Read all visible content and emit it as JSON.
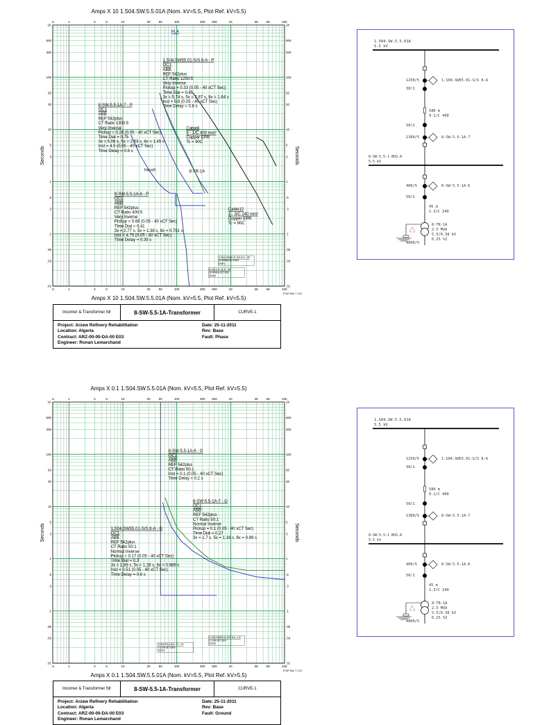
{
  "plots": [
    {
      "title_top": "Amps  X  10    1.S04.SW.5.5.01A (Nom. kV=5.5, Plot Ref. kV=5.5)",
      "title_bottom": "Amps  X  10    1.S04.SW.5.5.01A (Nom. kV=5.5, Plot Ref. kV=5.5)",
      "x_ticks": [
        ".5",
        "1",
        "3",
        "5",
        "10",
        "30",
        "50",
        "100",
        "300",
        "500",
        "1K",
        "3K",
        "5K",
        "10K"
      ],
      "y_ticks": [
        "1K",
        "500",
        "300",
        "100",
        "50",
        "30",
        "10",
        "5",
        "3",
        "1",
        ".5",
        ".3",
        ".1",
        ".05",
        ".03",
        ".01"
      ],
      "ylabel": "Seconds",
      "watermark": "ETAP Star 7.1.0C",
      "annotations": [
        {
          "id": "fla",
          "lines": [
            "FLA"
          ],
          "underline": true,
          "color": "#0000cc"
        },
        {
          "id": "relay-ss",
          "lines": [
            "1.S04.SW55.01-S/S 8-A - P",
            "OC1",
            "ABB",
            "REF 542plus",
            "CT Ratio 1250:5",
            "Very Inverse",
            "Pickup = 0.33 (0.05 - 40  xCT Sec)",
            "Time Dial = 0.85",
            "3x = 5.74 s, 5x = 2.87 s, 8x = 1.64 s",
            "Inst = 5.6 (0.05 - 40  xCT Sec)",
            "Time Delay = 0.6 s"
          ]
        },
        {
          "id": "relay-1a7",
          "lines": [
            "8-SW-5.5-1A-7 - P",
            "OC1",
            "ABB",
            "REF 542plus",
            "CT Ratio 1300:5",
            "Very Inverse",
            "Pickup = 0.28 (0.05 - 40  xCT Sec)",
            "Time Dial = 0.75",
            "3x = 5.06 s, 5x = 2.53 s, 8x = 1.45 s",
            "Inst = 4.5 (0.05 - 40  xCT Sec)",
            "Time Delay = 0.6 s"
          ]
        },
        {
          "id": "cable8",
          "lines": [
            "Cable8",
            "9 - 1/C 400 mm²",
            "Copper  EPR",
            "Tc = 90C"
          ]
        },
        {
          "id": "inrush",
          "lines": [
            "Inrush"
          ]
        },
        {
          "id": "tr1a",
          "lines": [
            "8-TR-1A"
          ]
        },
        {
          "id": "relay-1a6",
          "lines": [
            "8-SW-5.5-1A-6 - P",
            "OC1",
            "ABB",
            "REF 542plus",
            "CT Ratio 400:5",
            "Very Inverse",
            "Pickup = 0.66 (0.05 - 40  xCT Sec)",
            "Time Dial = 0.41",
            "3x = 2.77 s, 5x = 1.38 s, 8x = 0.791 s",
            "Inst = 4.75 (0.05 - 40  xCT Sec)",
            "Time Delay = 0.35 s"
          ]
        },
        {
          "id": "cable12",
          "lines": [
            "Cable12",
            "1 - 3/C 240 mm²",
            "Copper  EPR",
            "Tc = 90C"
          ]
        },
        {
          "id": "tag-a",
          "lines": [
            "1.S04.SW55.01-S/S 8-A - 3P",
            "44.808kA @ 5.5kV",
            "(Sym)"
          ]
        },
        {
          "id": "tag-b",
          "lines": [
            "8-SW-5.5-1A-6 - 3P",
            "34.808kA @ 5.5kV",
            "(Sym)"
          ]
        }
      ]
    },
    {
      "title_top": "Amps  X  0.1    1.S04.SW.5.5.01A (Nom. kV=5.5, Plot Ref. kV=5.5)",
      "title_bottom": "Amps  X  0.1    1.S04.SW.5.5.01A (Nom. kV=5.5, Plot Ref. kV=5.5)",
      "x_ticks": [
        ".5",
        "1",
        "3",
        "5",
        "10",
        "30",
        "50",
        "100",
        "300",
        "500",
        "1K",
        "3K",
        "5K",
        "10K"
      ],
      "y_ticks": [
        "1K",
        "500",
        "300",
        "100",
        "50",
        "30",
        "10",
        "5",
        "3",
        "1",
        ".5",
        ".3",
        ".1",
        ".05",
        ".03",
        ".01"
      ],
      "ylabel": "Seconds",
      "watermark": "ETAP Star 7.1.0C",
      "annotations": [
        {
          "id": "g-1a6",
          "lines": [
            "8-SW-5.5-1A-6 - G",
            "OC1",
            "ABB",
            "REF 542plus",
            "CT Ratio 50:1",
            "Inst = 0.1 (0.05 - 40  xCT Sec)",
            "Time Delay = 0.2 s"
          ]
        },
        {
          "id": "g-1a7",
          "lines": [
            "8-SW-5.5-1A-7 - G",
            "OC1",
            "ABB",
            "REF 542plus",
            "CT Ratio 50:1",
            "Normal Inverse",
            "Pickup = 0.1 (0.05 - 40  xCT Sec)",
            "Time Dial = 0.27",
            "3x = 1.7 s, 5x = 1.16 s, 8x = 0.89 s"
          ]
        },
        {
          "id": "g-ss",
          "lines": [
            "1.S04.SW55.01-S/S 8-A - G",
            "OC1",
            "ABB",
            "REF 542plus",
            "CT Ratio 50:1",
            "Normal Inverse",
            "Pickup = 0.17 (0.05 - 40  xCT Sec)",
            "Time Dial = 0.3",
            "3x = 1.89 s, 5x = 1.28 s, 8x = 0.989 s",
            "Inst = 0.51 (0.05 - 40  xCT Sec)",
            "Time Delay = 0.6 s"
          ]
        },
        {
          "id": "tag-c",
          "lines": [
            "1.S04.SW55.01-S/S 8-A - LG",
            "0.11kA @ 5.5kV",
            "(Sym)"
          ]
        },
        {
          "id": "tag-d",
          "lines": [
            "8-SW-5.5-1A-6 - G - LG",
            "0.11kA @ 5.5kV",
            "(Sym)"
          ]
        }
      ]
    }
  ],
  "title_blocks": [
    {
      "left": "Incomer & Transformer fdr",
      "center": "8-SW-5.5-1A-Transformer",
      "right": "CURVE-1",
      "lines_left": [
        "Project:   Arzew Refinery Rehabilitation",
        "Location: Algeria",
        "Contract:  ARZ-00-00-DA-00 E03",
        "Engineer: Ronan Lemarchand"
      ],
      "lines_right": [
        "Date:  25-11-2011",
        "Rev:   Base",
        "Fault: Phase"
      ]
    },
    {
      "left": "Incomer & Transformer fdr",
      "center": "8-SW-5.5-1A-Transformer",
      "right": "CURVE-1",
      "lines_left": [
        "Project:   Arzew Refinery Rehabilitation",
        "Location: Algeria",
        "Contract:  ARZ-00-00-DA-00 E03",
        "Engineer: Ronan Lemarchand"
      ],
      "lines_right": [
        "Date:  25-11-2011",
        "Rev:   Base",
        "Fault: Ground"
      ]
    }
  ],
  "one_line": {
    "bus_top_name": "1.S04.SW.5.5.01A",
    "bus_top_kv": "5.5 kV",
    "ct1": "1250/5",
    "ct1b": "30/1",
    "relay1": "1.S04.SW55.01-S/S 8-A",
    "cable_len": "580 m",
    "cable_spec": "9-1/C 400",
    "ct2a": "50/1",
    "ct2": "1300/5",
    "relay2": "8-SW-5.5-1A-7",
    "bus_mid_name": "8-SW-5.5-1 BUS-A",
    "bus_mid_kv": "5.5 kV",
    "ct3": "400/5",
    "relay3": "8-SW-5.5-1A-6",
    "ct3b": "50/1",
    "cable2_len": "45 m",
    "cable2_spec": "1-3/C 240",
    "tr_name": "8-TR-1A",
    "tr_mva": "2.5 MVA",
    "tr_kv": "5.5/0.38 kV",
    "tr_z": "6.25 %Z",
    "ct4": "4000/5"
  },
  "chart_data": [
    {
      "type": "line",
      "title": "Amps  X  10    1.S04.SW.5.5.01A (Nom. kV=5.5, Plot Ref. kV=5.5)",
      "xlabel": "Amps  X  10",
      "ylabel": "Seconds",
      "x_scale": "log",
      "y_scale": "log",
      "xlim": [
        0.5,
        10000
      ],
      "ylim": [
        0.01,
        1000
      ],
      "grid": true,
      "series": [
        {
          "name": "1.S04.SW55.01-S/S 8-A - P",
          "color": "#2a2ad0",
          "x": [
            48,
            60,
            80,
            110,
            150,
            200,
            270,
            380
          ],
          "y": [
            50,
            25,
            12,
            6,
            3.2,
            1.8,
            1.0,
            0.6
          ]
        },
        {
          "name": "8-SW-5.5-1A-7 - P",
          "color": "#2a2ad0",
          "x": [
            35,
            45,
            60,
            80,
            110,
            150,
            200,
            300
          ],
          "y": [
            25,
            12,
            6,
            3,
            1.6,
            0.95,
            0.6,
            0.6
          ]
        },
        {
          "name": "8-SW-5.5-1A-6 - P",
          "color": "#2a2ad0",
          "x": [
            14,
            20,
            30,
            45,
            60,
            75,
            95,
            95,
            180,
            340
          ],
          "y": [
            8,
            3.5,
            1.7,
            0.95,
            0.7,
            0.6,
            0.6,
            0.35,
            0.35,
            0.35
          ]
        },
        {
          "name": "Inrush",
          "color": "#2a2ad0",
          "x": [
            100,
            120,
            135,
            150,
            160,
            170
          ],
          "y": [
            0.6,
            0.3,
            0.1,
            0.05,
            0.02,
            0.01
          ]
        },
        {
          "name": "Cable8",
          "color": "#228b22",
          "x": [
            50,
            70,
            100,
            150,
            220,
            330
          ],
          "y": [
            40,
            18,
            8,
            3.5,
            1.5,
            0.6
          ]
        },
        {
          "name": "Cable12",
          "color": "#000000",
          "x": [
            200,
            400,
            800,
            1500,
            3000,
            6000
          ],
          "y": [
            50,
            18,
            6,
            2,
            0.6,
            0.15
          ]
        },
        {
          "name": "8-TR-1A",
          "color": "#000000",
          "x": [
            3000,
            4000,
            5000,
            7000
          ],
          "y": [
            7,
            6,
            4,
            2
          ]
        }
      ]
    },
    {
      "type": "line",
      "title": "Amps  X  0.1    1.S04.SW.5.5.01A (Nom. kV=5.5, Plot Ref. kV=5.5)",
      "xlabel": "Amps  X  0.1",
      "ylabel": "Seconds",
      "x_scale": "log",
      "y_scale": "log",
      "xlim": [
        0.5,
        10000
      ],
      "ylim": [
        0.01,
        1000
      ],
      "grid": true,
      "series": [
        {
          "name": "8-SW-5.5-1A-6 - G",
          "color": "#2a2ad0",
          "x": [
            50,
            50,
            100,
            550
          ],
          "y": [
            1000,
            0.2,
            0.2,
            0.2
          ]
        },
        {
          "name": "8-SW-5.5-1A-7 - G",
          "color": "#2a2ad0",
          "x": [
            55,
            60,
            80,
            120,
            200,
            400,
            1000,
            3000,
            10000
          ],
          "y": [
            12,
            8,
            4,
            2.2,
            1.4,
            0.9,
            0.6,
            0.45,
            0.4
          ]
        },
        {
          "name": "1.S04.SW55.01-S/S 8-A - G",
          "color": "#228b22",
          "x": [
            60,
            80,
            100,
            150,
            250,
            400,
            800,
            2000,
            10000
          ],
          "y": [
            15,
            7,
            4,
            2.5,
            1.5,
            1.0,
            0.7,
            0.6,
            0.6
          ]
        }
      ]
    }
  ]
}
